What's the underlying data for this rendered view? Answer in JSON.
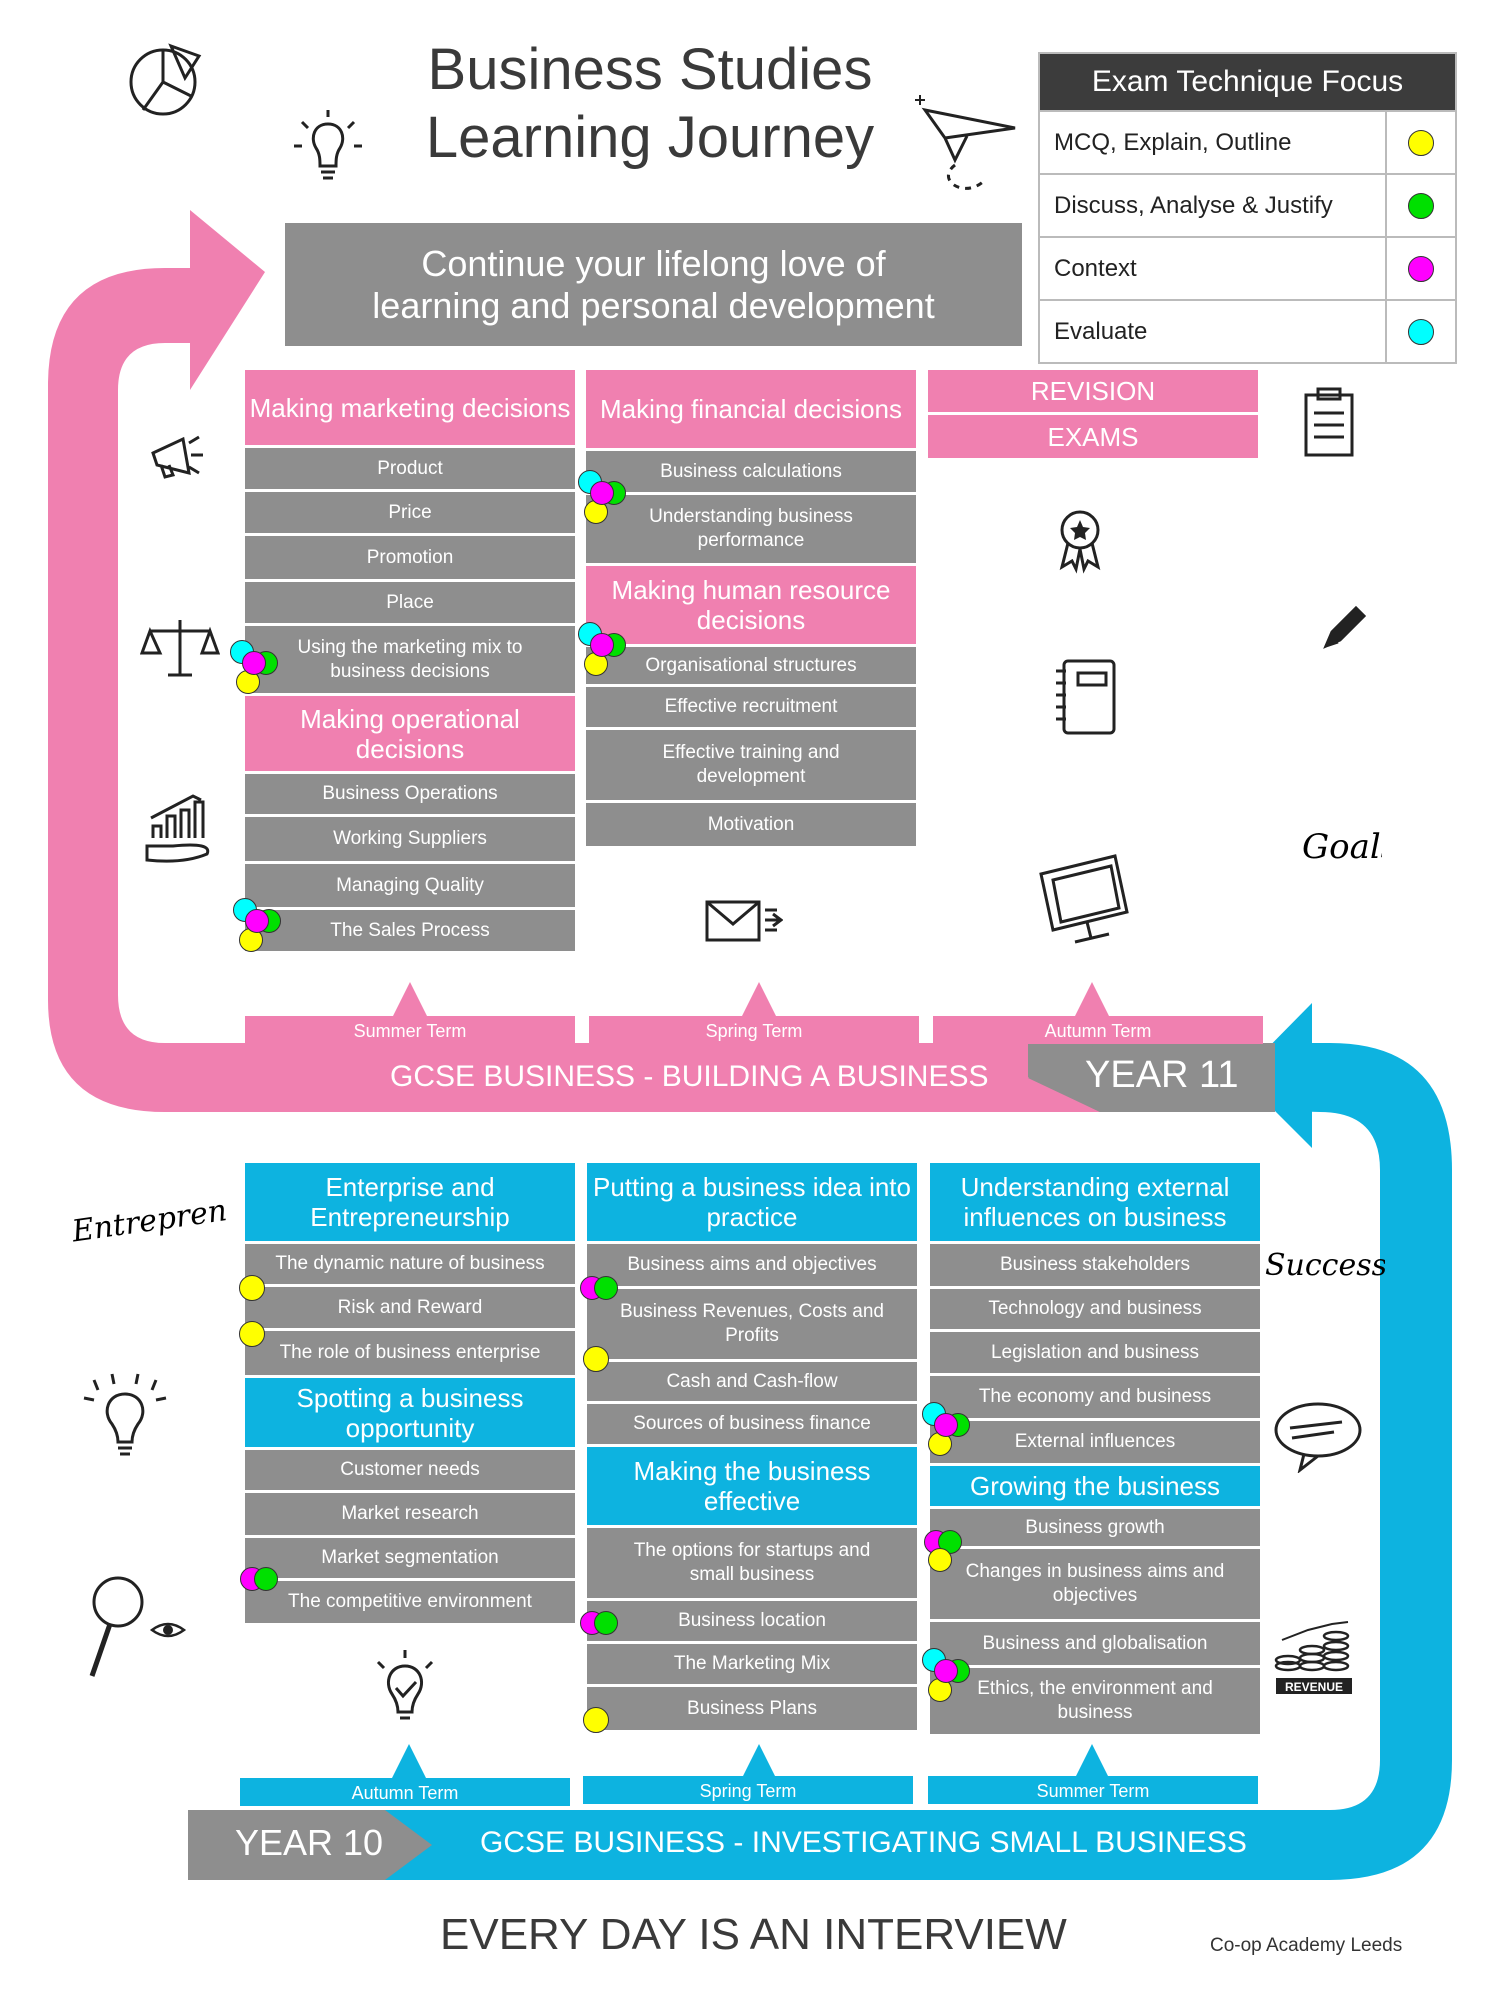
{
  "header": {
    "title_line1": "Business Studies",
    "title_line2": "Learning Journey"
  },
  "banner": {
    "line1": "Continue your lifelong love of",
    "line2": "learning and personal development"
  },
  "legend": {
    "title": "Exam Technique Focus",
    "rows": [
      {
        "label": "MCQ, Explain, Outline",
        "color": "#ffff00"
      },
      {
        "label": "Discuss, Analyse & Justify",
        "color": "#00e000"
      },
      {
        "label": "Context",
        "color": "#ff00ff"
      },
      {
        "label": "Evaluate",
        "color": "#00ffff"
      }
    ]
  },
  "year11": {
    "band_title": "GCSE BUSINESS - BUILDING A BUSINESS",
    "year_label": "YEAR 11",
    "col1": {
      "hdr1": "Making marketing decisions",
      "items1": [
        "Product",
        "Price",
        "Promotion",
        "Place",
        "Using the marketing mix to business decisions"
      ],
      "hdr2": "Making operational decisions",
      "items2": [
        "Business Operations",
        "Working Suppliers",
        "Managing Quality",
        "The Sales Process"
      ]
    },
    "col2": {
      "hdr1": "Making  financial decisions",
      "items1": [
        "Business calculations",
        "Understanding business performance"
      ],
      "hdr2": "Making human resource decisions",
      "items2": [
        "Organisational structures",
        "Effective recruitment",
        "Effective training and development",
        "Motivation"
      ]
    },
    "col3": {
      "revision": "REVISION",
      "exams": "EXAMS"
    },
    "terms": [
      "Summer Term",
      "Spring Term",
      "Autumn Term"
    ]
  },
  "year10": {
    "band_title": "GCSE BUSINESS - INVESTIGATING SMALL BUSINESS",
    "year_label": "YEAR 10",
    "col1": {
      "hdr1": "Enterprise and Entrepreneurship",
      "items1": [
        "The dynamic nature of business",
        "Risk and Reward",
        "The role of business enterprise"
      ],
      "hdr2": "Spotting a business opportunity",
      "items2": [
        "Customer needs",
        "Market research",
        "Market segmentation",
        "The competitive environment"
      ]
    },
    "col2": {
      "hdr1": "Putting a business idea into practice",
      "items1": [
        "Business aims and objectives",
        "Business Revenues, Costs and Profits",
        "Cash and Cash-flow",
        "Sources of business finance"
      ],
      "hdr2": "Making the business effective",
      "items2": [
        "The options for startups and small business",
        "Business location",
        "The Marketing Mix",
        "Business Plans"
      ]
    },
    "col3": {
      "hdr1": "Understanding external influences on business",
      "items1": [
        "Business stakeholders",
        "Technology and business",
        "Legislation and business",
        "The economy and business",
        "External influences"
      ],
      "hdr2": "Growing the business",
      "items2": [
        "Business growth",
        "Changes in business aims and objectives",
        "Business and globalisation",
        "Ethics, the environment and business"
      ]
    },
    "terms": [
      "Autumn Term",
      "Spring Term",
      "Summer Term"
    ]
  },
  "doodles": {
    "entrepreneur": "Entrepreneur",
    "success": "Success",
    "goals": "Goals",
    "revenue": "REVENUE"
  },
  "footer": {
    "motto": "EVERY DAY IS AN INTERVIEW",
    "school": "Co-op Academy Leeds"
  }
}
